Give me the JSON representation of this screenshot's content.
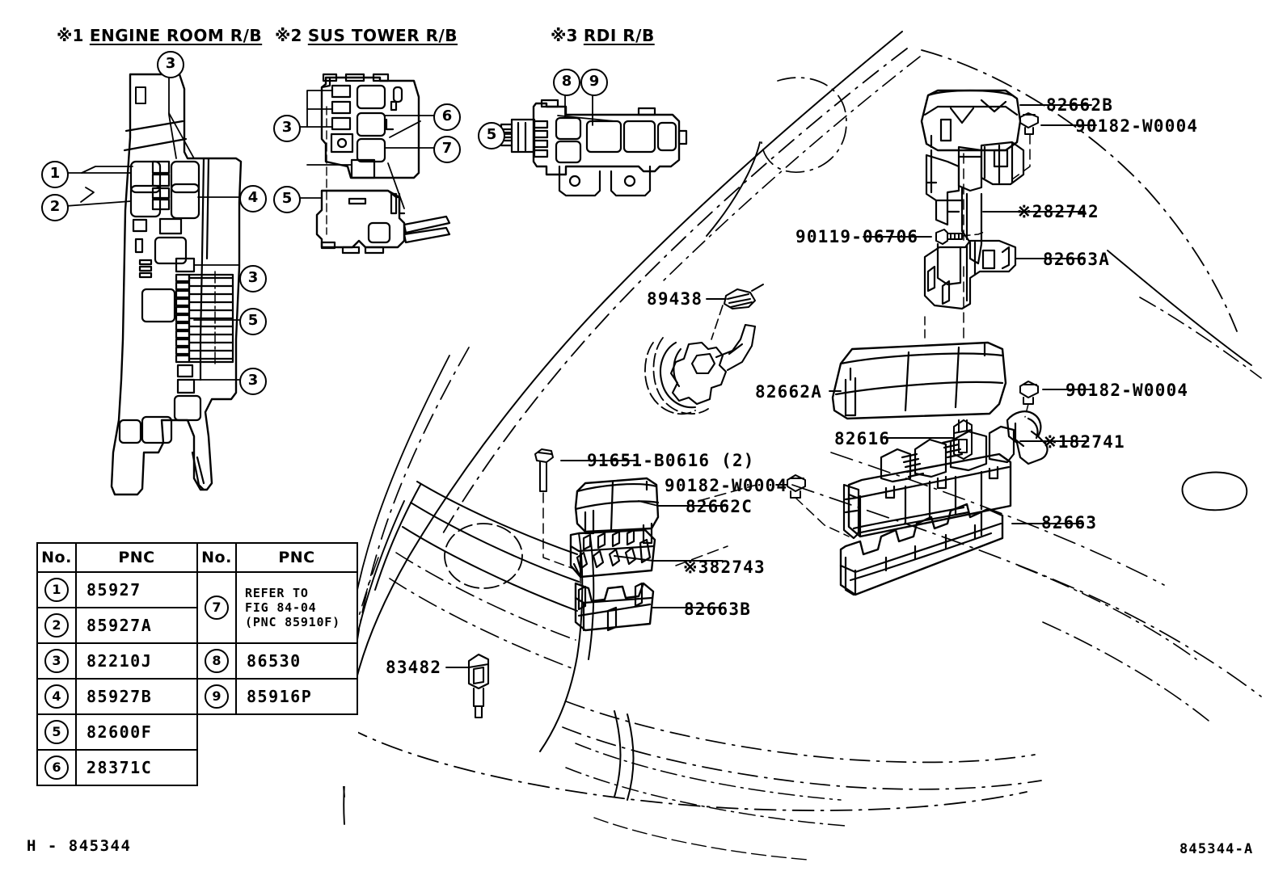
{
  "diagram": {
    "figure_id_left": "H - 845344",
    "figure_id_right": "845344-A",
    "sections": [
      {
        "mark": "※1",
        "title": "ENGINE ROOM R/B"
      },
      {
        "mark": "※2",
        "title": "SUS TOWER R/B"
      },
      {
        "mark": "※3",
        "title": "RDI R/B"
      }
    ]
  },
  "legend": {
    "headers": {
      "no": "No.",
      "pnc": "PNC"
    },
    "left_rows": [
      {
        "no": "1",
        "pnc": "85927"
      },
      {
        "no": "2",
        "pnc": "85927A"
      },
      {
        "no": "3",
        "pnc": "82210J"
      },
      {
        "no": "4",
        "pnc": "85927B"
      },
      {
        "no": "5",
        "pnc": "82600F"
      },
      {
        "no": "6",
        "pnc": "28371C"
      }
    ],
    "right_rows": [
      {
        "no": "7",
        "pnc_line1": "REFER TO",
        "pnc_line2": "FIG 84-04",
        "pnc_line3": "(PNC 85910F)"
      },
      {
        "no": "8",
        "pnc": "86530"
      },
      {
        "no": "9",
        "pnc": "85916P"
      }
    ]
  },
  "callouts": {
    "engine_room": [
      {
        "id": "er-3-top",
        "label": "3"
      },
      {
        "id": "er-1",
        "label": "1"
      },
      {
        "id": "er-2",
        "label": "2"
      },
      {
        "id": "er-4",
        "label": "4"
      },
      {
        "id": "er-3-mid",
        "label": "3"
      },
      {
        "id": "er-5",
        "label": "5"
      },
      {
        "id": "er-3-bot",
        "label": "3"
      }
    ],
    "sus_tower": [
      {
        "id": "st-3",
        "label": "3"
      },
      {
        "id": "st-6",
        "label": "6"
      },
      {
        "id": "st-7",
        "label": "7"
      },
      {
        "id": "st-5",
        "label": "5"
      }
    ],
    "rdi": [
      {
        "id": "rdi-8",
        "label": "8"
      },
      {
        "id": "rdi-9",
        "label": "9"
      },
      {
        "id": "rdi-5",
        "label": "5"
      }
    ]
  },
  "part_labels": [
    {
      "id": "p-82662B",
      "text": "82662B"
    },
    {
      "id": "p-90182a",
      "text": "90182-W0004"
    },
    {
      "id": "p-282742",
      "text": "※282742"
    },
    {
      "id": "p-90119",
      "text": "90119-06706"
    },
    {
      "id": "p-82663A",
      "text": "82663A"
    },
    {
      "id": "p-89438",
      "text": "89438"
    },
    {
      "id": "p-82662A",
      "text": "82662A"
    },
    {
      "id": "p-90182b",
      "text": "90182-W0004"
    },
    {
      "id": "p-82616",
      "text": "82616"
    },
    {
      "id": "p-182741",
      "text": "※182741"
    },
    {
      "id": "p-91651",
      "text": "91651-B0616 (2)"
    },
    {
      "id": "p-90182c",
      "text": "90182-W0004"
    },
    {
      "id": "p-82662C",
      "text": "82662C"
    },
    {
      "id": "p-82663",
      "text": "82663"
    },
    {
      "id": "p-382743",
      "text": "※382743"
    },
    {
      "id": "p-82663B",
      "text": "82663B"
    },
    {
      "id": "p-83482",
      "text": "83482"
    }
  ],
  "colors": {
    "line": "#000000",
    "background": "#ffffff"
  }
}
